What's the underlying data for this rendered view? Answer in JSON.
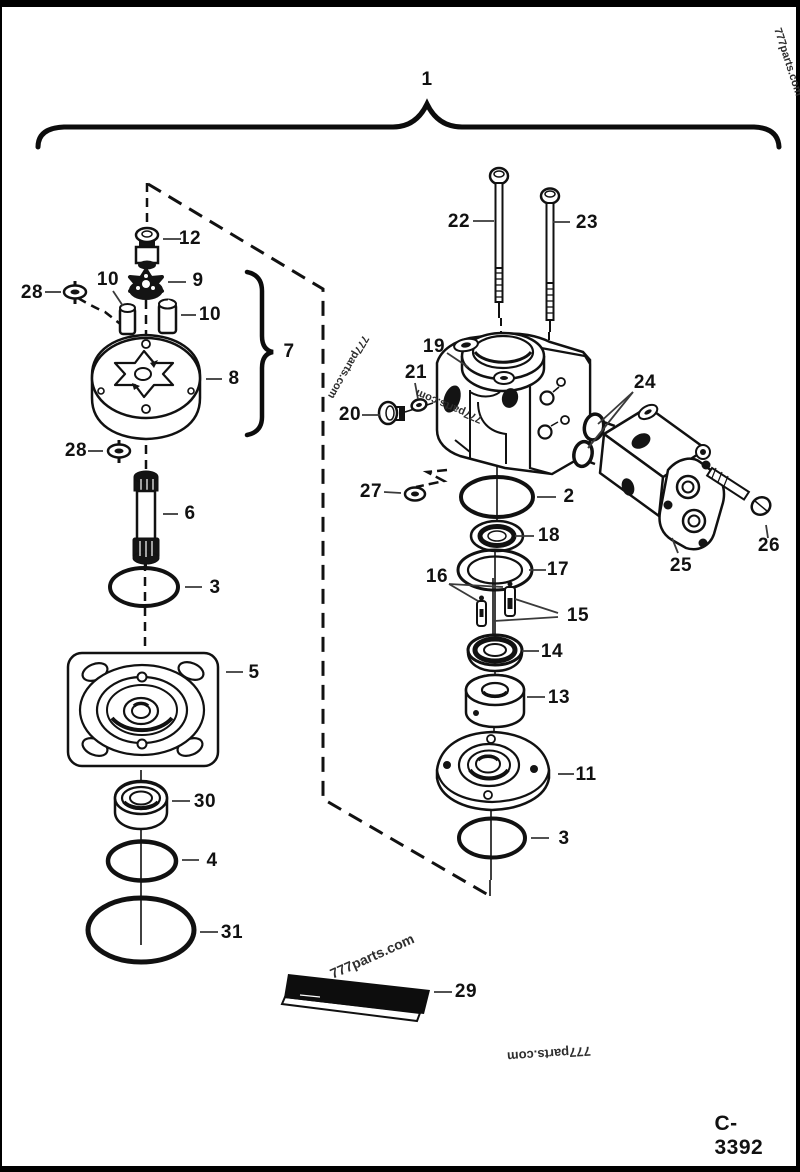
{
  "figure": {
    "drawing_number": "C-3392",
    "watermark_text": "777parts.com",
    "callouts": [
      {
        "part": "1"
      },
      {
        "part": "22"
      },
      {
        "part": "23"
      },
      {
        "part": "19"
      },
      {
        "part": "21"
      },
      {
        "part": "20"
      },
      {
        "part": "24"
      },
      {
        "part": "27"
      },
      {
        "part": "2"
      },
      {
        "part": "18"
      },
      {
        "part": "17"
      },
      {
        "part": "16"
      },
      {
        "part": "15"
      },
      {
        "part": "14"
      },
      {
        "part": "13"
      },
      {
        "part": "11"
      },
      {
        "part": "3"
      },
      {
        "part": "25"
      },
      {
        "part": "26"
      },
      {
        "part": "12"
      },
      {
        "part": "9"
      },
      {
        "part": "10"
      },
      {
        "part": "10"
      },
      {
        "part": "28"
      },
      {
        "part": "28"
      },
      {
        "part": "7"
      },
      {
        "part": "8"
      },
      {
        "part": "6"
      },
      {
        "part": "3"
      },
      {
        "part": "5"
      },
      {
        "part": "30"
      },
      {
        "part": "4"
      },
      {
        "part": "31"
      },
      {
        "part": "29"
      }
    ]
  }
}
